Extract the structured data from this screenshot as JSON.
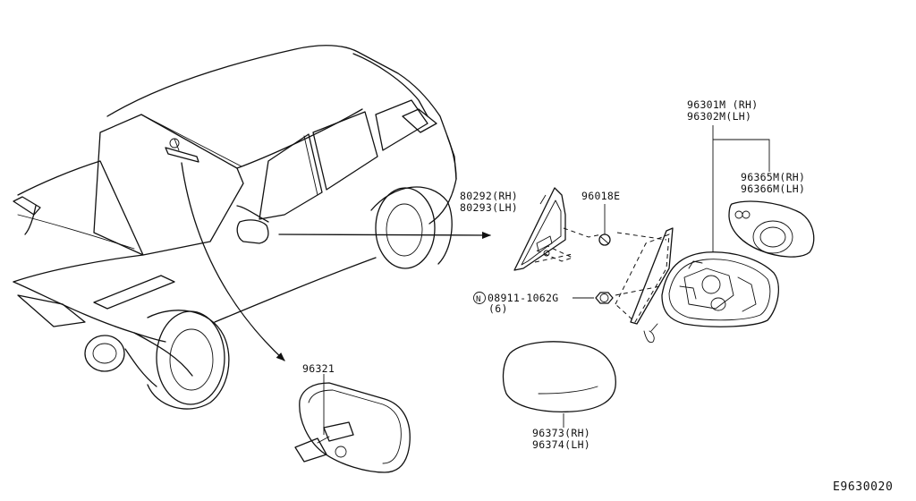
{
  "diagram_id": "E9630020",
  "callouts": {
    "mirror_assy_rh": "96301M (RH)",
    "mirror_assy_lh": "96302M(LH)",
    "mirror_glass_rh": "96365M(RH)",
    "mirror_glass_lh": "96366M(LH)",
    "finisher_rh": "80292(RH)",
    "finisher_lh": "80293(LH)",
    "clip": "96018E",
    "nut_prefix": "N",
    "nut_part": "08911-1062G",
    "nut_qty": "(6)",
    "inner_mirror": "96321",
    "cover_rh": "96373(RH)",
    "cover_lh": "96374(LH)"
  }
}
